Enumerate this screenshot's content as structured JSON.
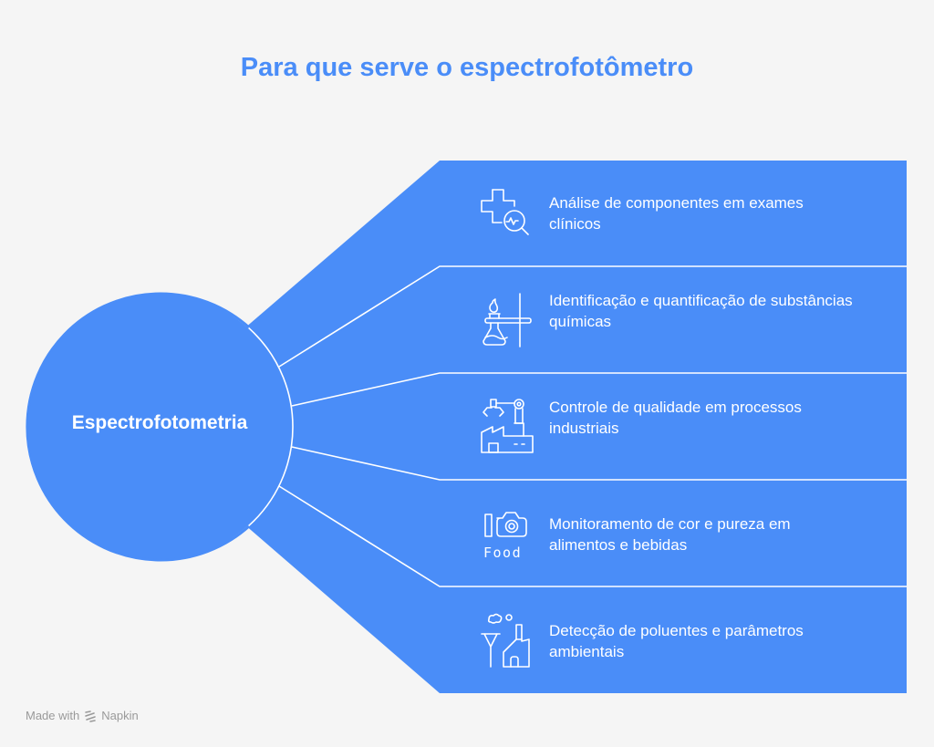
{
  "title": "Para que serve o espectrofotômetro",
  "center": {
    "label": "Espectrofotometria"
  },
  "items": [
    {
      "icon": "medical-analysis-icon",
      "text": "Análise de componentes em exames clínicos"
    },
    {
      "icon": "chemistry-flask-burner-icon",
      "text": "Identificação e quantificação de substâncias químicas"
    },
    {
      "icon": "factory-robot-arm-icon",
      "text": "Controle de qualidade em processos industriais"
    },
    {
      "icon": "food-camera-icon",
      "text": "Monitoramento de cor e pureza em alimentos e bebidas",
      "icon_label": "Food"
    },
    {
      "icon": "pollution-factory-icon",
      "text": "Detecção de poluentes e parâmetros ambientais"
    }
  ],
  "footer": {
    "made_with": "Made with",
    "brand": "Napkin"
  },
  "colors": {
    "primary": "#4a8df8",
    "background": "#f5f5f5",
    "text_on_primary": "#ffffff",
    "footer_text": "#9a9a9a"
  }
}
